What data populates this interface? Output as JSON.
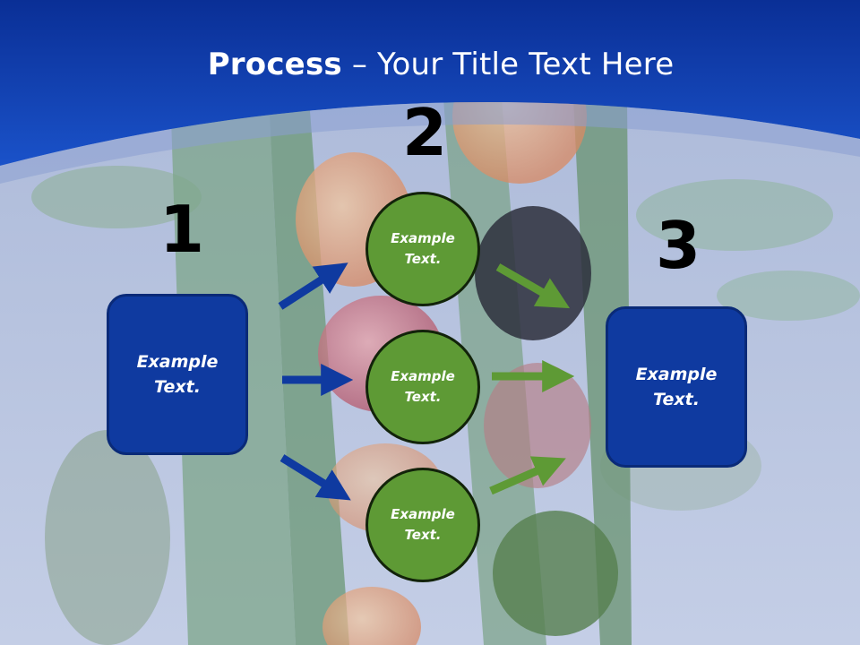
{
  "slide": {
    "title_bold": "Process",
    "title_rest": " – Your Title Text Here"
  },
  "steps": {
    "one": {
      "number": "1",
      "label_line1": "Example",
      "label_line2": "Text."
    },
    "two": {
      "number": "2"
    },
    "three": {
      "number": "3",
      "label_line1": "Example",
      "label_line2": "Text."
    }
  },
  "circles": [
    {
      "line1": "Example",
      "line2": "Text."
    },
    {
      "line1": "Example",
      "line2": "Text."
    },
    {
      "line1": "Example",
      "line2": "Text."
    }
  ],
  "colors": {
    "header_blue": "#0d3db5",
    "box_blue": "#0f3aa0",
    "circle_green": "#5e9a35",
    "arrow_blue": "#0f3aa0",
    "arrow_green": "#5e9a35"
  }
}
